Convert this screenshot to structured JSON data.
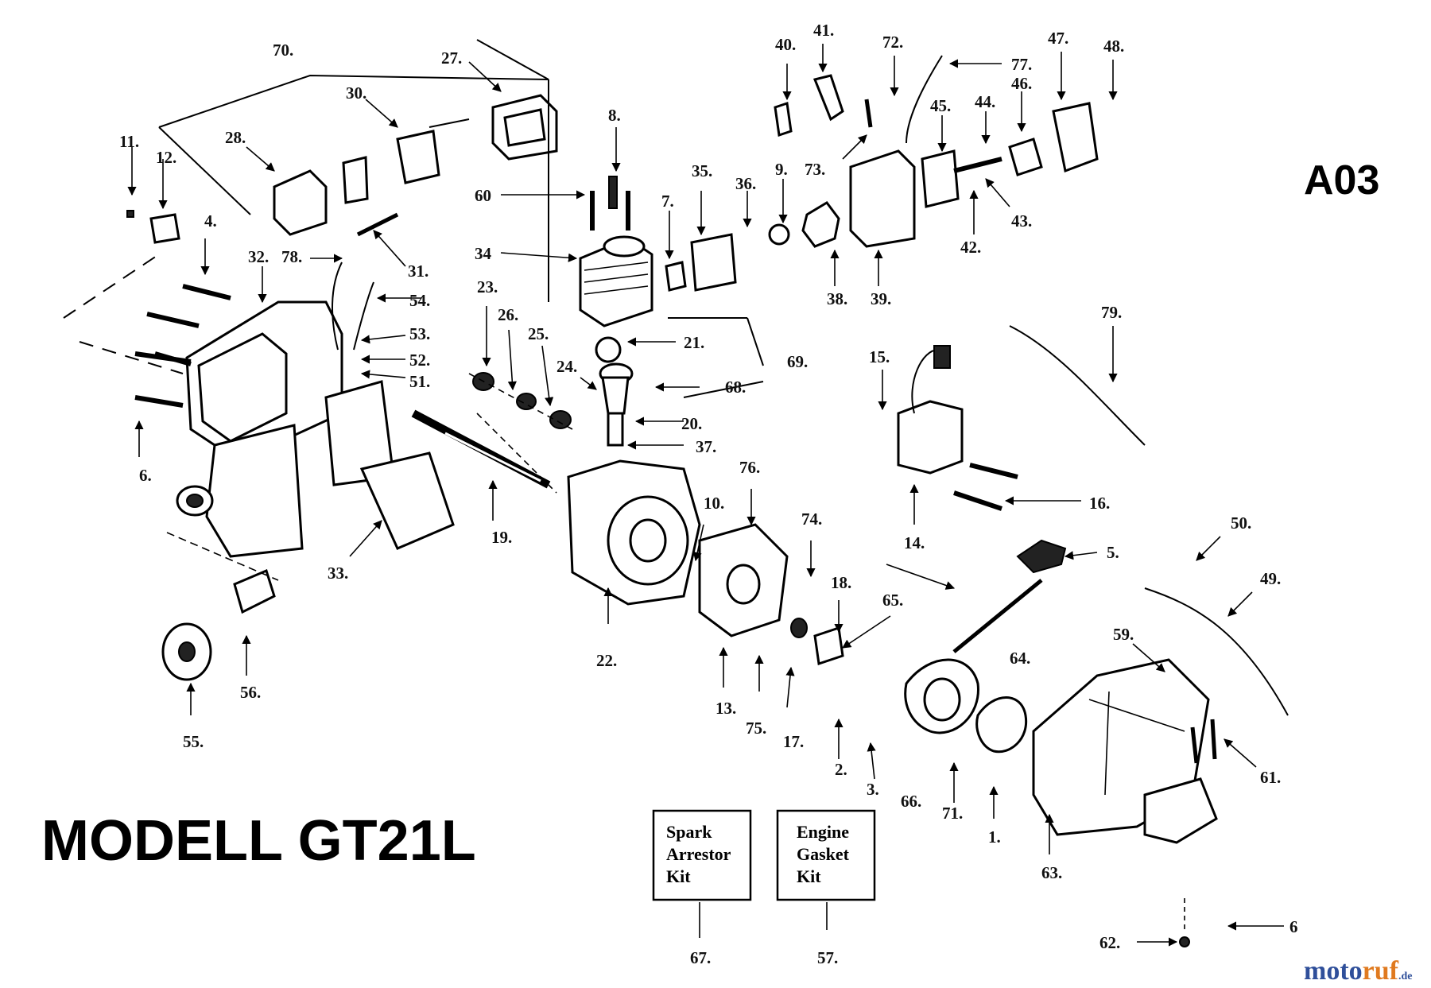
{
  "diagram": {
    "section_code": "A03",
    "model_title": "MODELL GT21L",
    "watermark": {
      "prefix": "moto",
      "suffix": "ruf",
      "tld": ".de"
    },
    "kits": [
      {
        "lines": [
          "Spark",
          "Arrestor",
          "Kit"
        ],
        "ref": "67."
      },
      {
        "lines": [
          "Engine",
          "Gasket",
          "Kit"
        ],
        "ref": "57."
      }
    ],
    "labels": {
      "n70": "70.",
      "n27": "27.",
      "n30": "30.",
      "n28": "28.",
      "n11": "11.",
      "n12": "12.",
      "n4": "4.",
      "n32": "32.",
      "n78": "78.",
      "n31": "31.",
      "n54": "54.",
      "n53": "53.",
      "n52": "52.",
      "n51": "51.",
      "n6a": "6.",
      "n33": "33.",
      "n19": "19.",
      "n56": "56.",
      "n55": "55.",
      "n8": "8.",
      "n60": "60",
      "n34": "34",
      "n23": "23.",
      "n26": "26.",
      "n25": "25.",
      "n24": "24.",
      "n21": "21.",
      "n69": "69.",
      "n68": "68.",
      "n20": "20.",
      "n37": "37.",
      "n22": "22.",
      "n7": "7.",
      "n35": "35.",
      "n36": "36.",
      "n9": "9.",
      "n40": "40.",
      "n41": "41.",
      "n72": "72.",
      "n73": "73.",
      "n38": "38.",
      "n39": "39.",
      "n77": "77.",
      "n45": "45.",
      "n44": "44.",
      "n46": "46.",
      "n47": "47.",
      "n48": "48.",
      "n43": "43.",
      "n42": "42.",
      "n79": "79.",
      "n15": "15.",
      "n16": "16.",
      "n14": "14.",
      "n76": "76.",
      "n10": "10.",
      "n74": "74.",
      "n18": "18.",
      "n13": "13.",
      "n75": "75.",
      "n17": "17.",
      "n65": "65.",
      "n64": "64.",
      "n5": "5.",
      "n50": "50.",
      "n49": "49.",
      "n59": "59.",
      "n2": "2.",
      "n3": "3.",
      "n66": "66.",
      "n71": "71.",
      "n1": "1.",
      "n61": "61.",
      "n63": "63.",
      "n6b": "6",
      "n62": "62."
    }
  }
}
